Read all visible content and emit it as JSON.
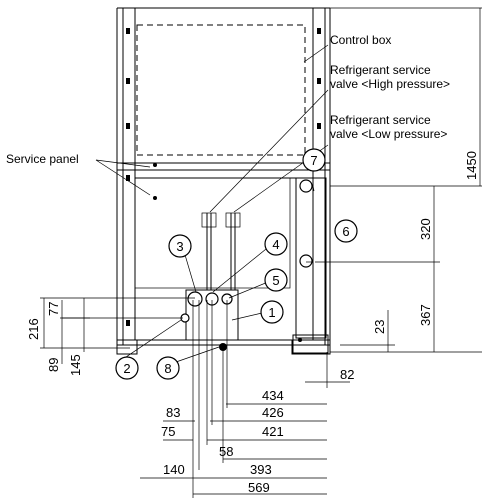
{
  "labels": {
    "control_box": "Control box",
    "refrigerant_high_1": "Refrigerant service",
    "refrigerant_high_2": "valve <High pressure>",
    "refrigerant_low_1": "Refrigerant service",
    "refrigerant_low_2": "valve <Low pressure>",
    "service_panel": "Service panel"
  },
  "callouts": [
    "1",
    "2",
    "3",
    "4",
    "5",
    "6",
    "7",
    "8"
  ],
  "dimensions": {
    "d1450": "1450",
    "d320": "320",
    "d367": "367",
    "d23": "23",
    "d82": "82",
    "d434": "434",
    "d426": "426",
    "d421": "421",
    "d393": "393",
    "d569": "569",
    "d83": "83",
    "d75": "75",
    "d58": "58",
    "d140": "140",
    "d77": "77",
    "d216": "216",
    "d89": "89",
    "d145": "145"
  }
}
